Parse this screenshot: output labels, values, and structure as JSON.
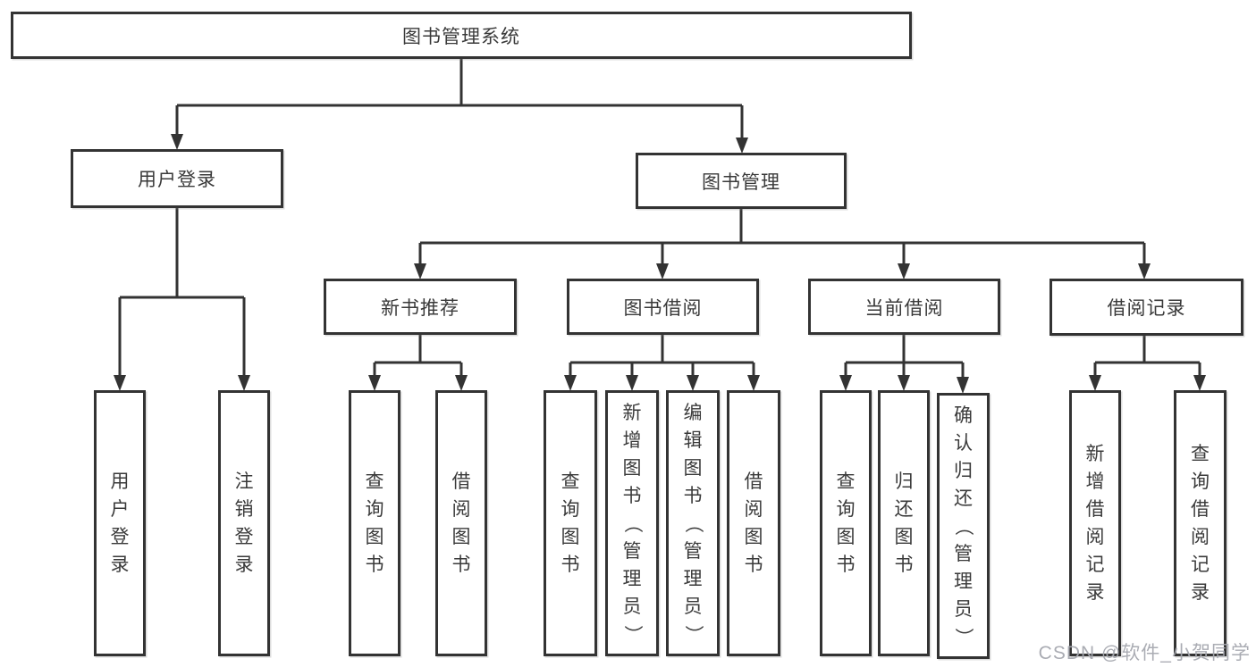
{
  "watermark": "CSDN @软件_小贺同学",
  "colors": {
    "line": "#333333",
    "box_border": "#333333",
    "text": "#3a3a3a",
    "watermark": "#a5a8af",
    "background": "#ffffff"
  },
  "tree": {
    "root": {
      "label": "图书管理系统"
    },
    "branches": [
      {
        "label": "用户登录",
        "children": [
          {
            "label": "用户登录"
          },
          {
            "label": "注销登录"
          }
        ]
      },
      {
        "label": "图书管理",
        "groups": [
          {
            "label": "新书推荐",
            "children": [
              {
                "label": "查询图书"
              },
              {
                "label": "借阅图书"
              }
            ]
          },
          {
            "label": "图书借阅",
            "children": [
              {
                "label": "查询图书"
              },
              {
                "label": "新增图书（管理员）"
              },
              {
                "label": "编辑图书（管理员）"
              },
              {
                "label": "借阅图书"
              }
            ]
          },
          {
            "label": "当前借阅",
            "children": [
              {
                "label": "查询图书"
              },
              {
                "label": "归还图书"
              },
              {
                "label": "确认归还（管理员）"
              }
            ]
          },
          {
            "label": "借阅记录",
            "children": [
              {
                "label": "新增借阅记录"
              },
              {
                "label": "查询借阅记录"
              }
            ]
          }
        ]
      }
    ]
  }
}
